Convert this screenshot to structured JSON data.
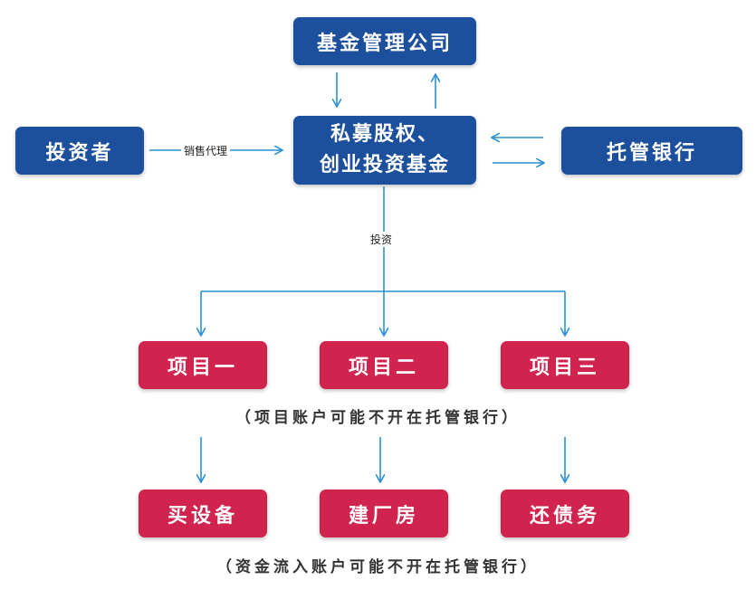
{
  "colors": {
    "blue": "#1c4f9c",
    "red": "#d0234e",
    "arrow": "#2a8fd6"
  },
  "nodes": {
    "fund_manager": "基金管理公司",
    "investor": "投资者",
    "fund_line1": "私募股权、",
    "fund_line2": "创业投资基金",
    "custodian": "托管银行",
    "project1": "项目一",
    "project2": "项目二",
    "project3": "项目三",
    "use1": "买设备",
    "use2": "建厂房",
    "use3": "还债务"
  },
  "edge_labels": {
    "sales": "销售代理",
    "invest": "投资"
  },
  "notes": {
    "project_accounts": "（项目账户可能不开在托管银行）",
    "fund_flow": "（资金流入账户可能不开在托管银行）"
  }
}
